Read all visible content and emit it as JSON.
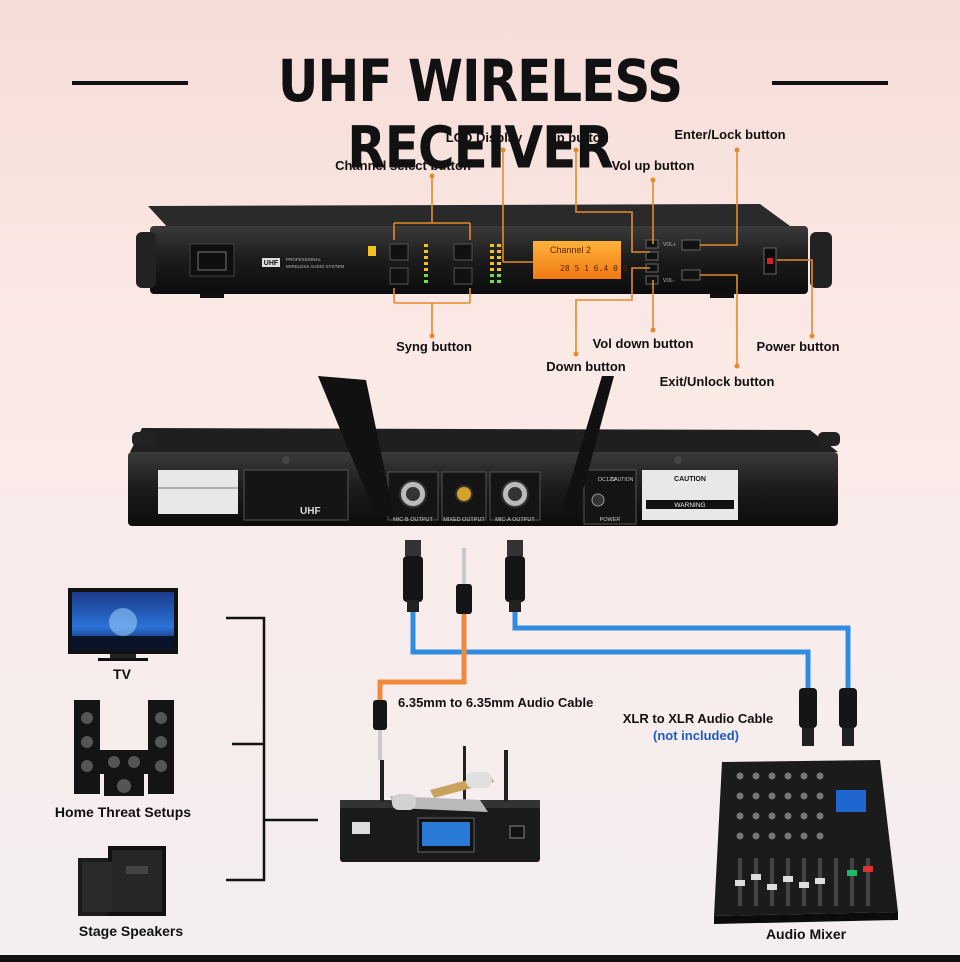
{
  "title": "UHF WIRELESS RECEIVER",
  "front_panel": {
    "brand_badge": "UHF",
    "model_lines": [
      "PROFESSIONAL",
      "WIRELESS AUDIO SYSTEM"
    ],
    "lcd_text": "Channel 2",
    "lcd_number": "28 5 1 6.4 0 0",
    "vol_up_text": "VOL+",
    "vol_down_text": "VOL-"
  },
  "callouts": {
    "lcd_display": "LCD Display",
    "up_button": "Up button",
    "enter_lock": "Enter/Lock button",
    "channel_select": "Channel select button",
    "vol_up": "Vol up button",
    "syng": "Syng button",
    "vol_down": "Vol down button",
    "power": "Power button",
    "down": "Down button",
    "exit_unlock": "Exit/Unlock button"
  },
  "rear_panel": {
    "brand": "UHF",
    "mic_b_output": "MIC-B OUTPUT",
    "mixed_output": "MIXED OUTPUT",
    "mic_a_output": "MIC-A OUTPUT",
    "power": "POWER",
    "dc": "DC12V",
    "caution": "CAUTION",
    "warning": "WARNING"
  },
  "cables": {
    "jack": "6.35mm to 6.35mm Audio Cable",
    "xlr": "XLR to XLR Audio Cable",
    "xlr_note": "(not included)",
    "xlr_color": "#2f8de0",
    "jack_color": "#ef8a3c"
  },
  "devices": {
    "tv": "TV",
    "home": "Home Threat Setups",
    "stage": "Stage Speakers",
    "mixer": "Audio Mixer"
  },
  "colors": {
    "callout": "#e58a2c",
    "text": "#111111"
  }
}
